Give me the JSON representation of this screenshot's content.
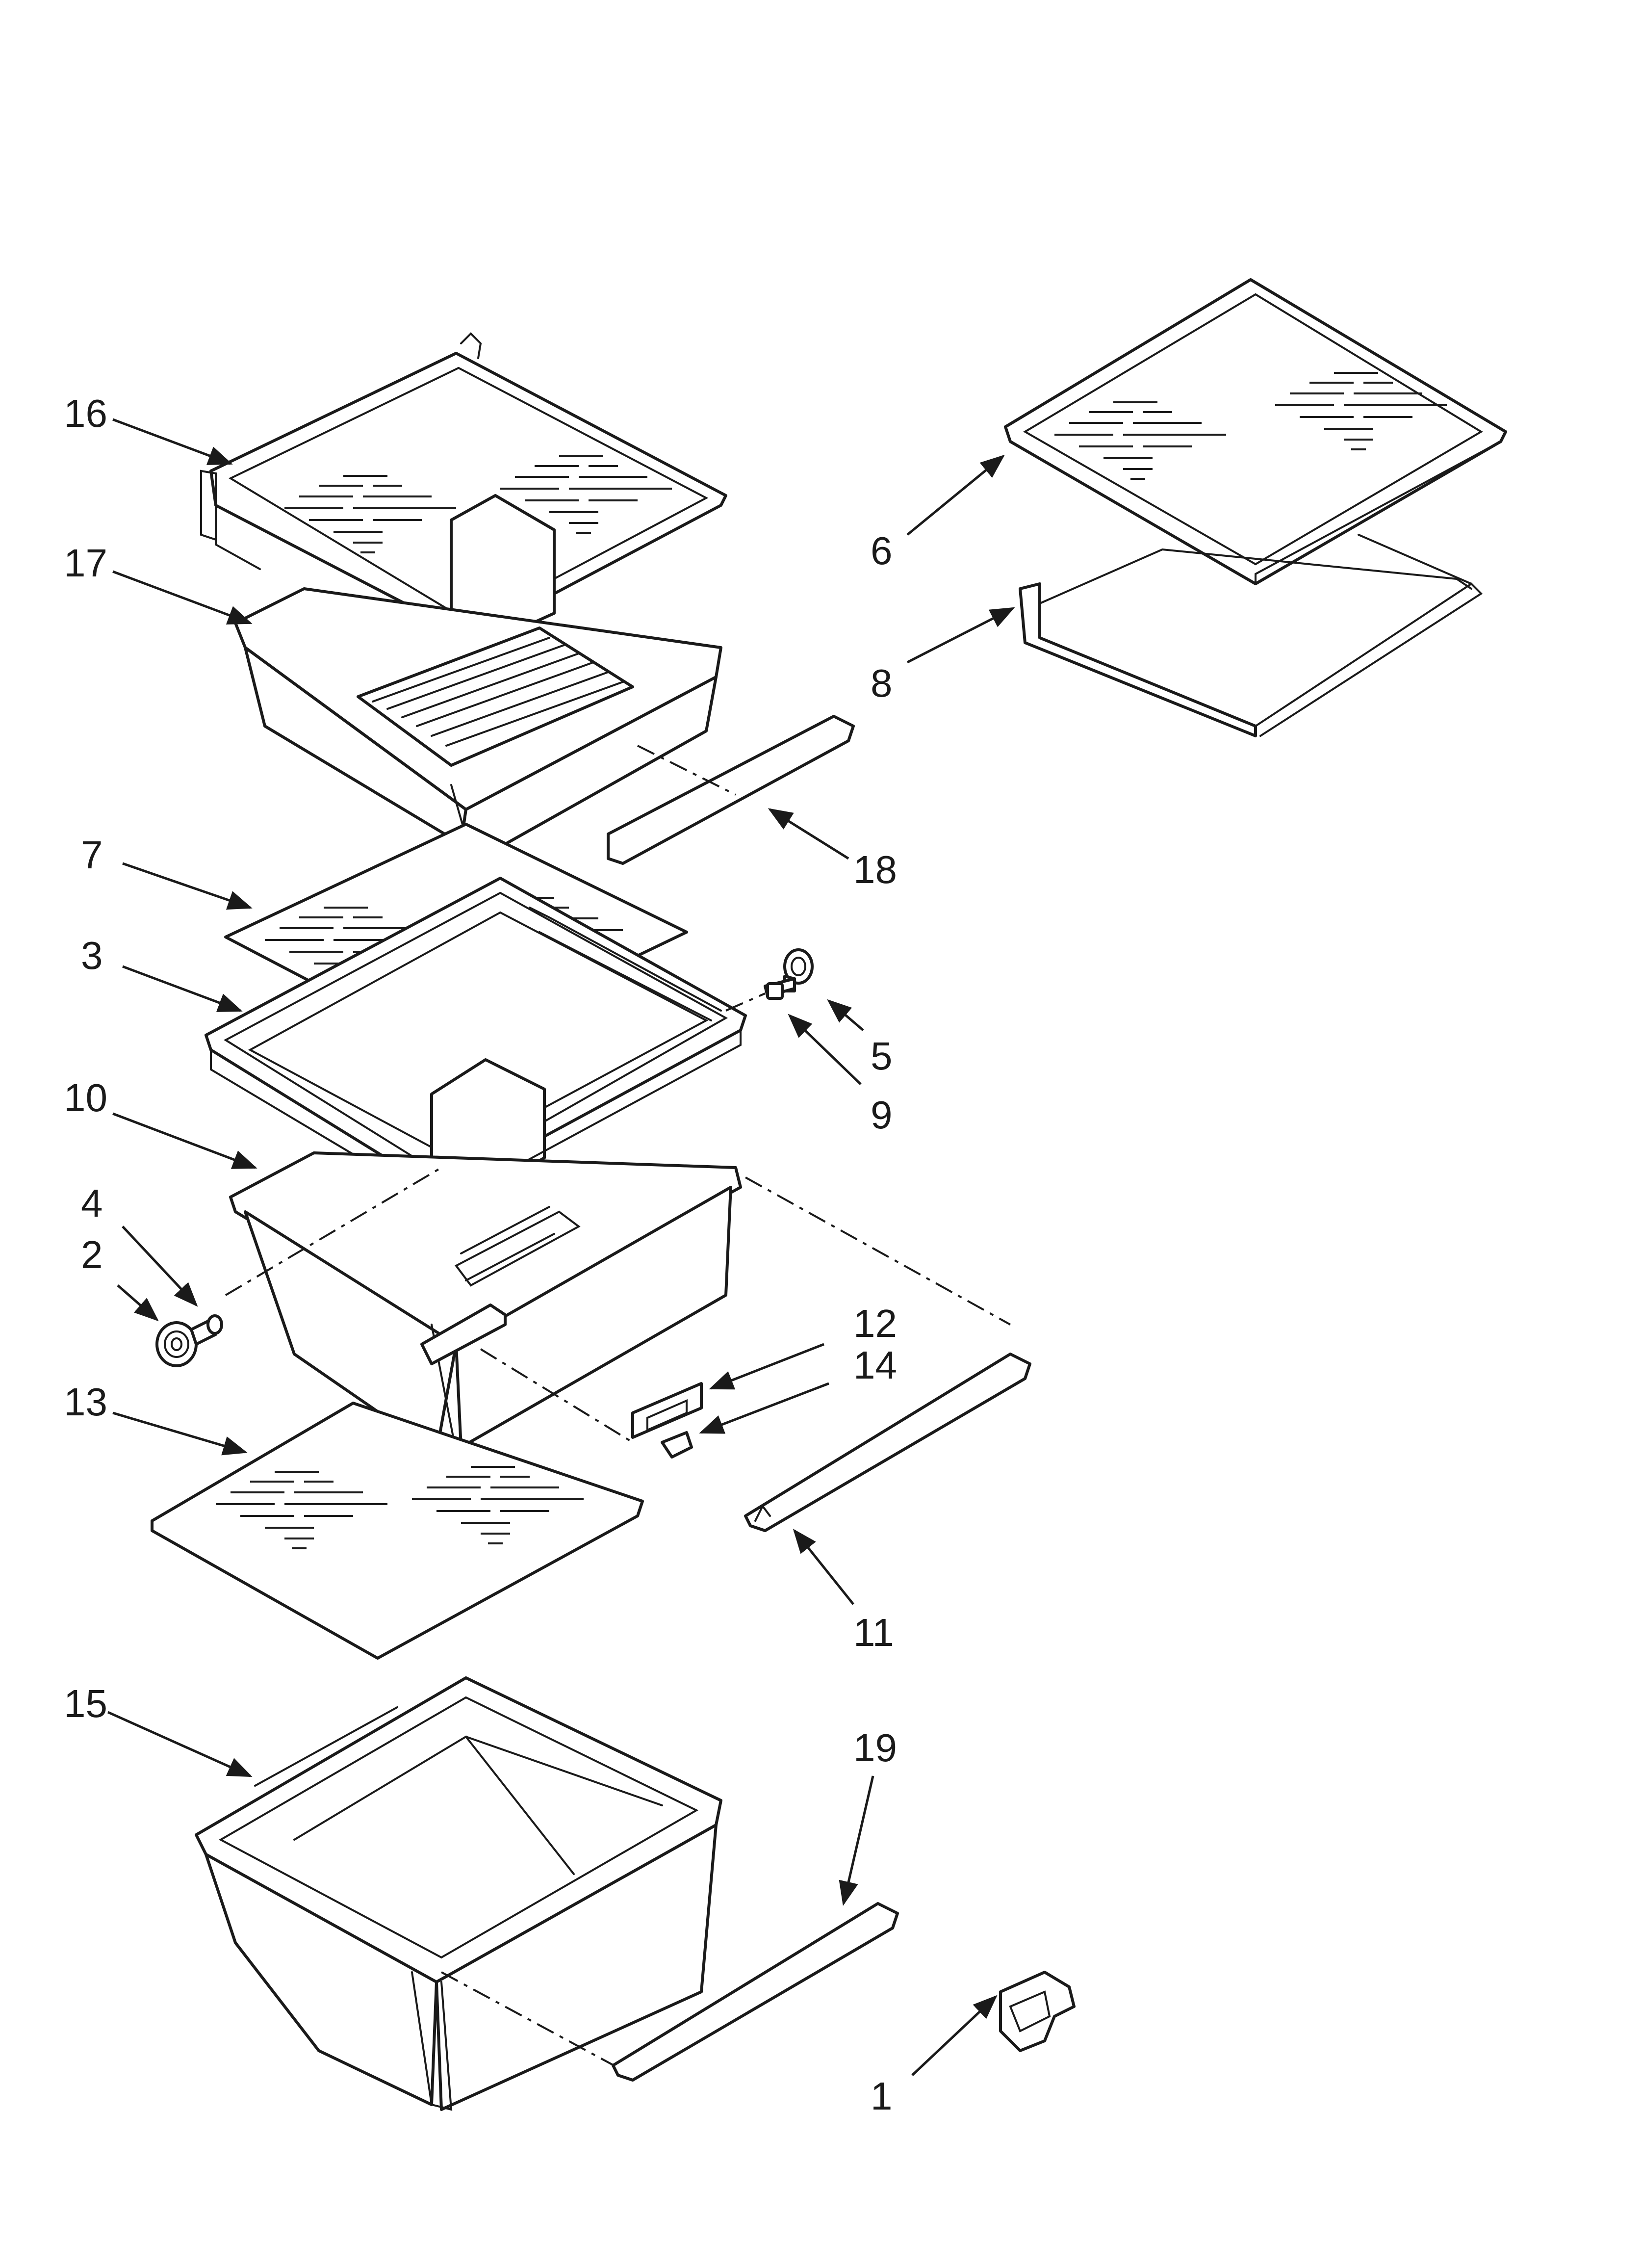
{
  "diagram": {
    "type": "exploded-parts-diagram",
    "callouts": [
      {
        "id": "1",
        "label": "1"
      },
      {
        "id": "2",
        "label": "2"
      },
      {
        "id": "3",
        "label": "3"
      },
      {
        "id": "4",
        "label": "4"
      },
      {
        "id": "5",
        "label": "5"
      },
      {
        "id": "6",
        "label": "6"
      },
      {
        "id": "7",
        "label": "7"
      },
      {
        "id": "8",
        "label": "8"
      },
      {
        "id": "9",
        "label": "9"
      },
      {
        "id": "10",
        "label": "10"
      },
      {
        "id": "11",
        "label": "11"
      },
      {
        "id": "12",
        "label": "12"
      },
      {
        "id": "13",
        "label": "13"
      },
      {
        "id": "14",
        "label": "14"
      },
      {
        "id": "15",
        "label": "15"
      },
      {
        "id": "16",
        "label": "16"
      },
      {
        "id": "17",
        "label": "17"
      },
      {
        "id": "18",
        "label": "18"
      },
      {
        "id": "19",
        "label": "19"
      }
    ],
    "colors": {
      "line": "#1a1a1a",
      "background": "#ffffff"
    }
  }
}
